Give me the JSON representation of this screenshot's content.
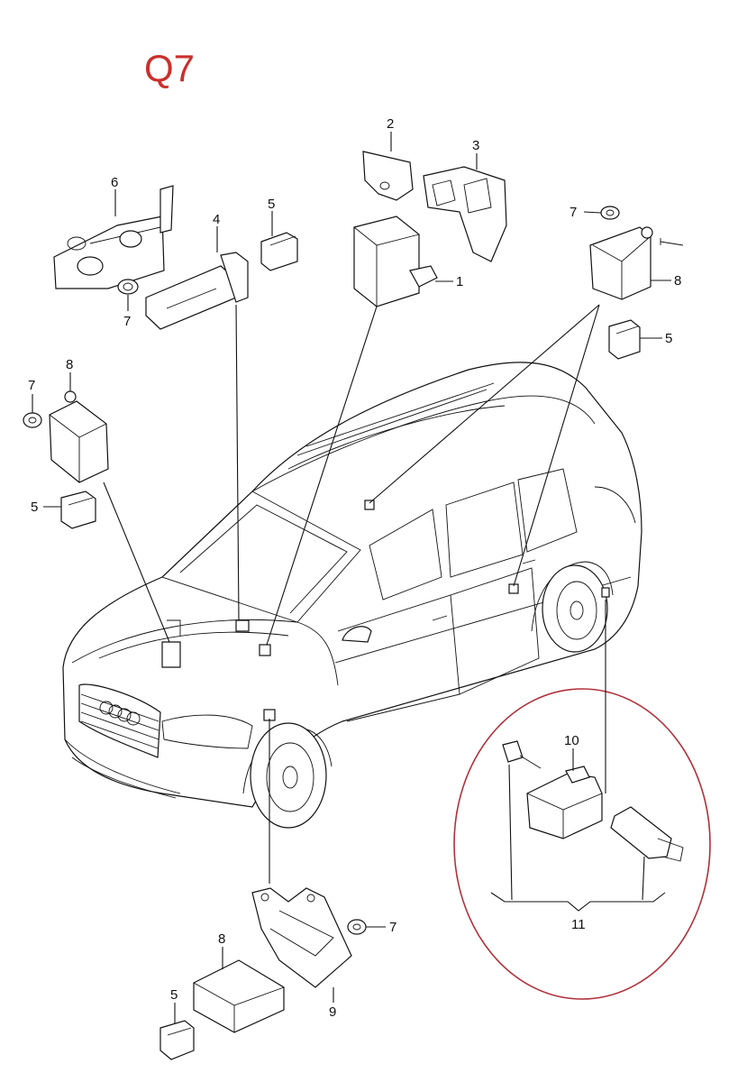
{
  "title": "Q7",
  "callouts": {
    "c1": "1",
    "c2": "2",
    "c3": "3",
    "c4": "4",
    "c5a": "5",
    "c5b": "5",
    "c5c": "5",
    "c5d": "5",
    "c6": "6",
    "c7a": "7",
    "c7b": "7",
    "c7c": "7",
    "c7d": "7",
    "c8a": "8",
    "c8b": "8",
    "c8c": "8",
    "c9": "9",
    "c10": "10",
    "c11": "11"
  },
  "colors": {
    "title": "#c9302c",
    "highlight_ellipse": "#b0303a",
    "line_art": "#111111"
  }
}
